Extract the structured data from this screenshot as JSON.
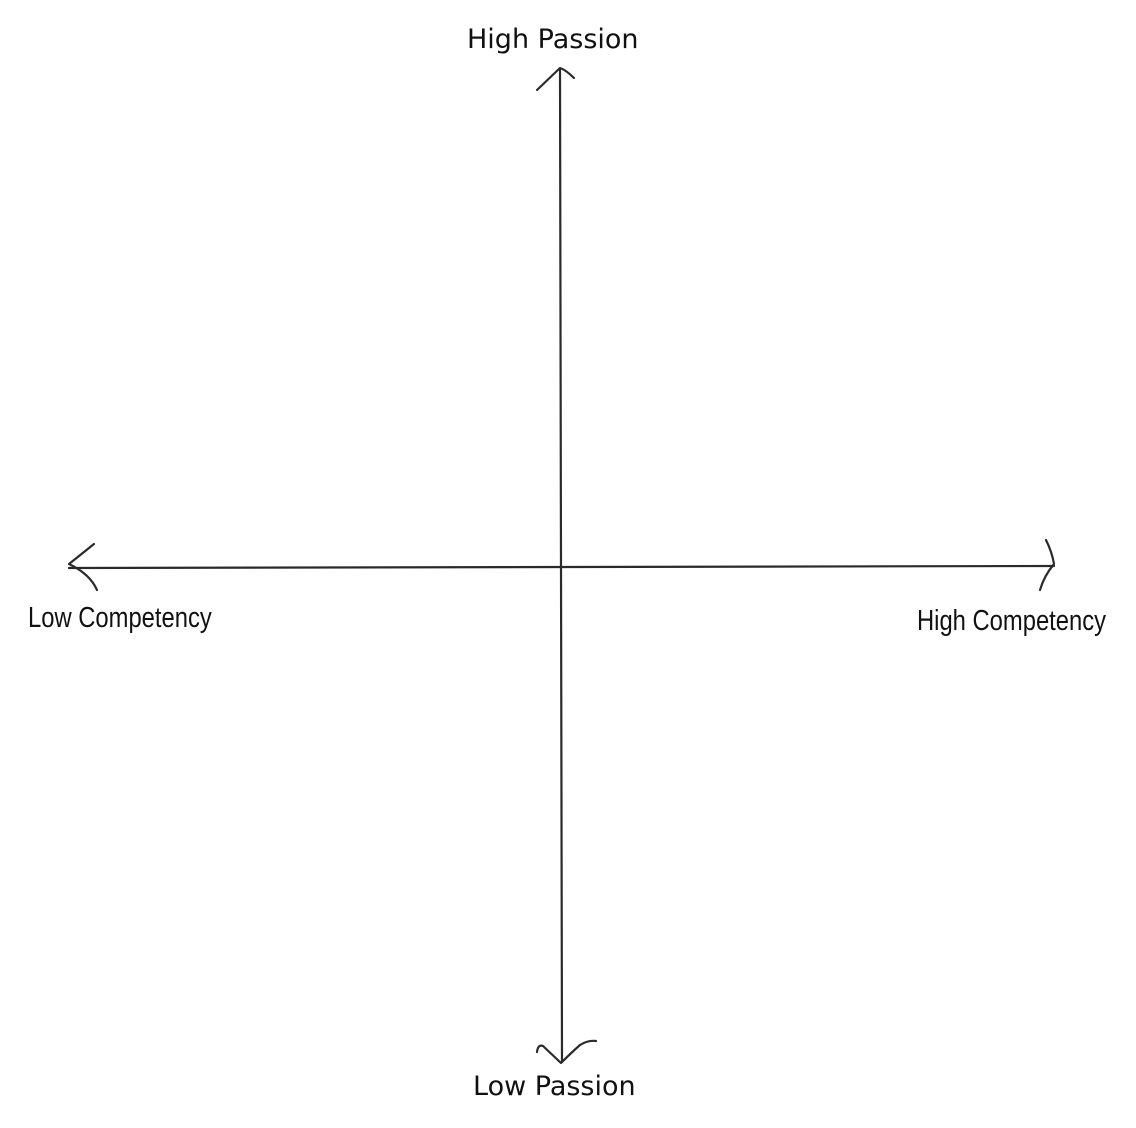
{
  "diagram": {
    "type": "quadrant-axes",
    "axes": {
      "vertical": {
        "top_label": "High Passion",
        "bottom_label": "Low Passion"
      },
      "horizontal": {
        "left_label": "Low Competency",
        "right_label": "High Competency"
      }
    },
    "colors": {
      "line": "#2a2a2a",
      "text": "#111111",
      "background": "#ffffff"
    }
  }
}
